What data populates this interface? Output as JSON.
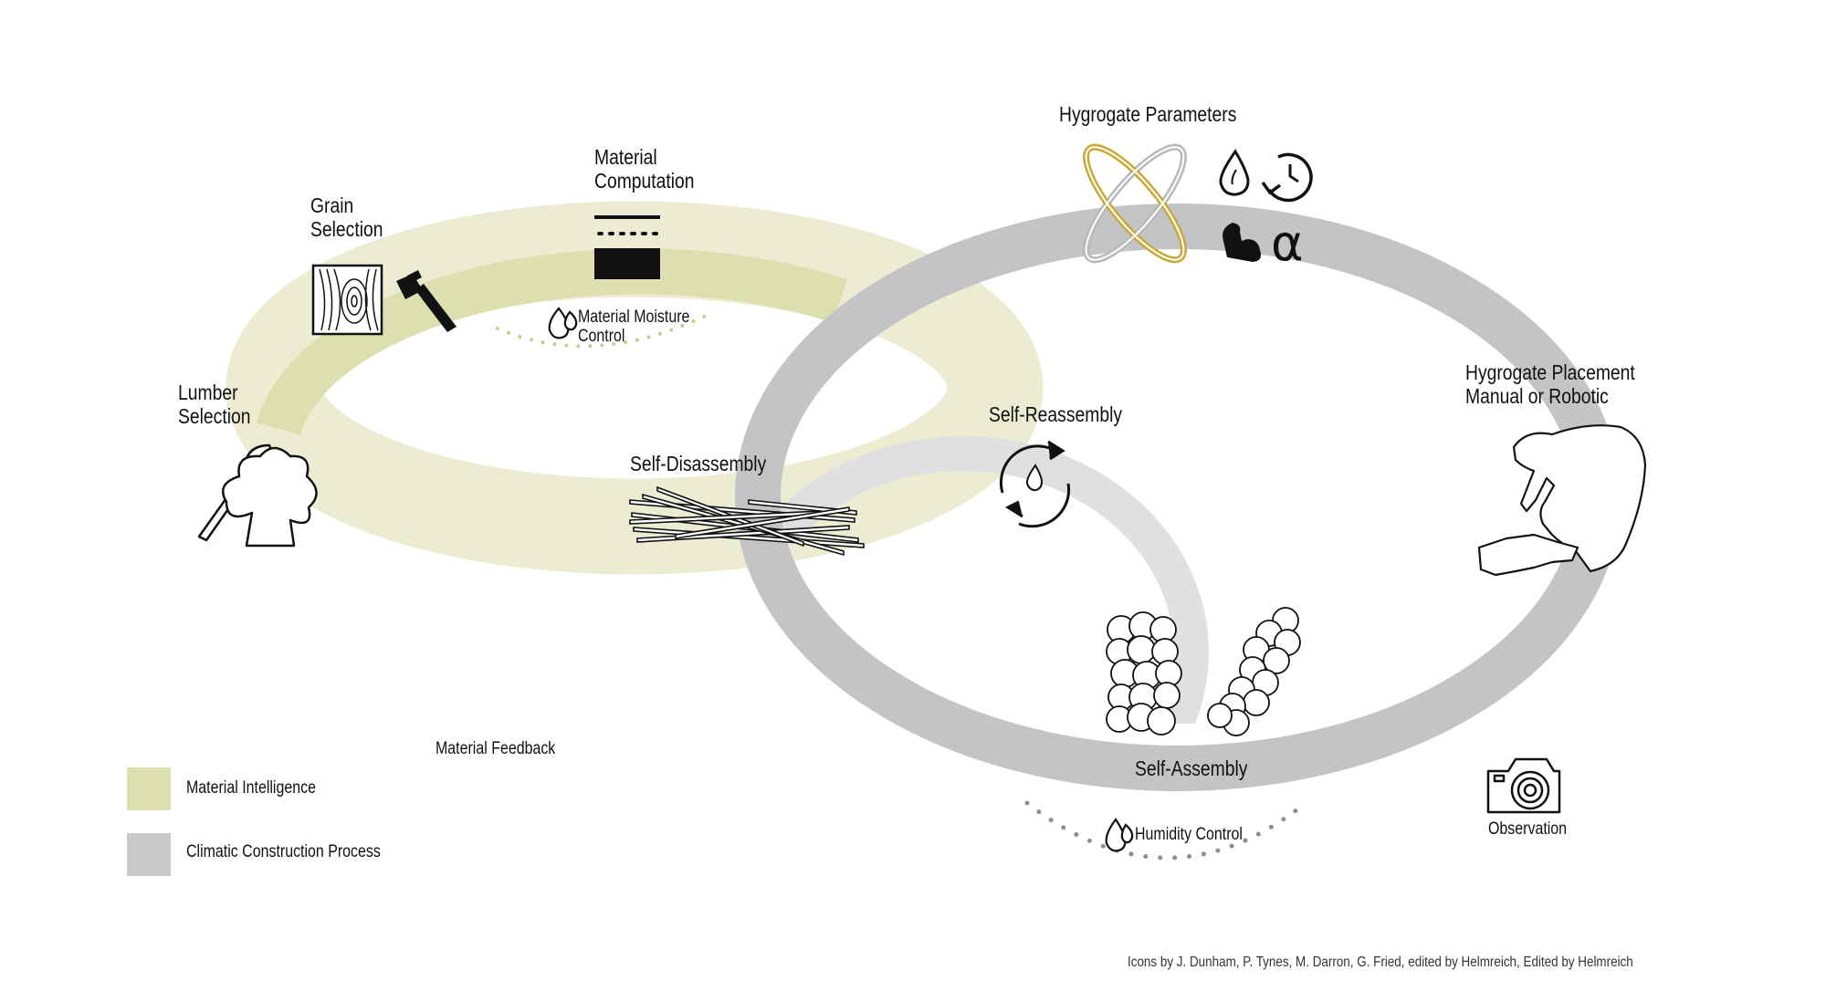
{
  "labels": {
    "hygrogate_parameters": "Hygrogate Parameters",
    "material_computation": "Material\nComputation",
    "grain_selection": "Grain\nSelection",
    "lumber_selection": "Lumber\nSelection",
    "material_moisture_control": "Material Moisture\nControl",
    "hygrogate_placement": "Hygrogate Placement\nManual or Robotic",
    "self_reassembly": "Self-Reassembly",
    "self_disassembly": "Self-Disassembly",
    "self_assembly": "Self-Assembly",
    "material_feedback": "Material Feedback",
    "humidity_control": "Humidity Control",
    "observation": "Observation"
  },
  "legend": {
    "items": [
      {
        "label": "Material Intelligence",
        "color": "#dcdfae"
      },
      {
        "label": "Climatic Construction Process",
        "color": "#c8c9cb"
      }
    ]
  },
  "credit": "Icons by J. Dunham, P. Tynes, M. Darron, G. Fried, edited by Helmreich, Edited by Helmreich",
  "colors": {
    "material_intelligence": "#dcdfae",
    "material_intelligence_light": "#ebecd2",
    "climatic_process": "#c3c4c6",
    "climatic_process_light": "#dfe0e1",
    "hygrogate_gold": "#c9a93a"
  },
  "icons": [
    "axe-tree-icon",
    "wood-grain-icon",
    "hammer-icon",
    "material-layers-icon",
    "water-drop-icon",
    "hygrogate-icon",
    "drop-icon",
    "clock-arrow-icon",
    "flexed-arm-icon",
    "alpha-icon",
    "person-placing-icon",
    "reassembly-cycle-icon",
    "sticks-icon",
    "aggregate-clusters-icon",
    "camera-icon"
  ]
}
